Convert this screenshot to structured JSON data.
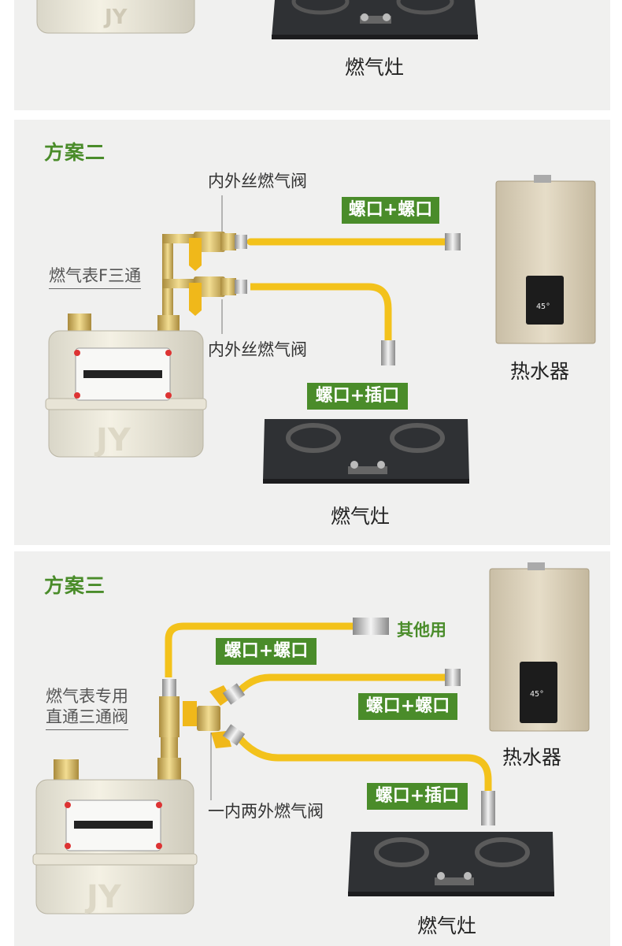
{
  "section1": {
    "stove_label": "燃气灶"
  },
  "section2": {
    "title": "方案二",
    "valve_top_label": "内外丝燃气阀",
    "valve_bottom_label": "内外丝燃气阀",
    "tee_label": "燃气表F三通",
    "conn_heater": "螺口+螺口",
    "conn_stove": "螺口+插口",
    "heater_label": "热水器",
    "stove_label": "燃气灶"
  },
  "section3": {
    "title": "方案三",
    "other_use": "其他用",
    "conn_top": "螺口+螺口",
    "conn_heater": "螺口+螺口",
    "conn_stove": "螺口+插口",
    "valve3_line1": "燃气表专用",
    "valve3_line2": "直通三通阀",
    "valve_multi": "一内两外燃气阀",
    "heater_label": "热水器",
    "stove_label": "燃气灶"
  },
  "meter_brand": "JY",
  "heater_display": "45°",
  "colors": {
    "accent_green": "#4a8c2a",
    "pipe_yellow": "#f3c21b",
    "panel_bg": "#f0f0ef",
    "heater_body": "#d6cbb3",
    "stove_glass": "#2f3134"
  }
}
